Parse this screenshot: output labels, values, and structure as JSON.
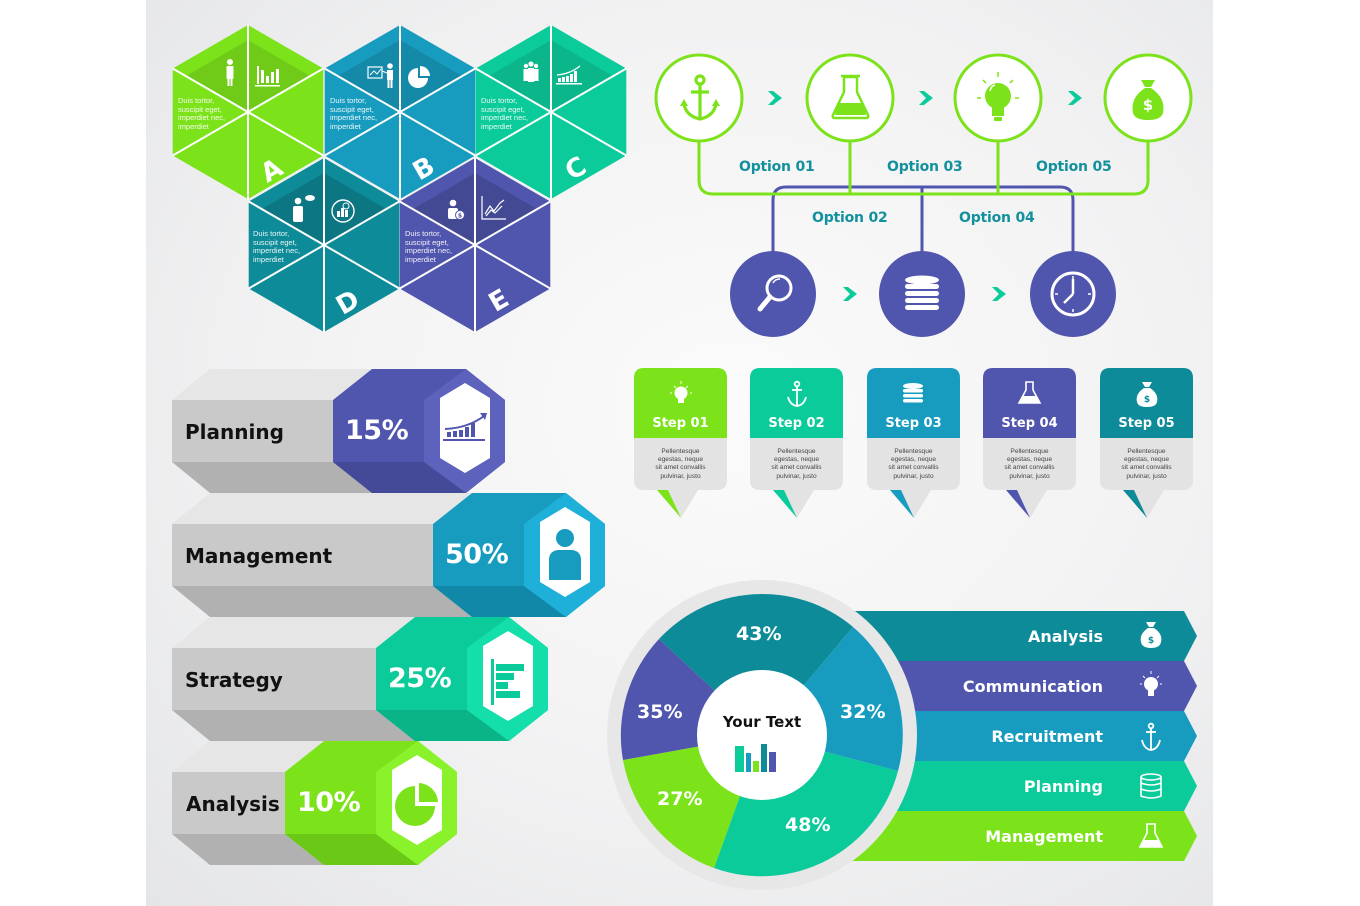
{
  "colors": {
    "green": "#7ce21a",
    "teal_green": "#0ccb9a",
    "blue": "#179cc0",
    "dark_teal": "#0e8b98",
    "purple": "#5055ad",
    "option_label": "#13909d",
    "bar_gray": "#c9c9c9"
  },
  "hexagons": [
    {
      "letter": "A",
      "text": [
        "Duis tortor,",
        "suscipit eget,",
        "imperdiet nec,",
        "imperdiet"
      ],
      "icons": [
        "businessman-icon",
        "bar-chart-icon"
      ]
    },
    {
      "letter": "B",
      "text": [
        "Duis tortor,",
        "suscipit eget,",
        "imperdiet nec,",
        "imperdiet"
      ],
      "icons": [
        "presentation-icon",
        "pie-chart-icon"
      ]
    },
    {
      "letter": "C",
      "text": [
        "Duis tortor,",
        "suscipit eget,",
        "imperdiet nec,",
        "imperdiet"
      ],
      "icons": [
        "team-icon",
        "growth-chart-icon"
      ]
    },
    {
      "letter": "D",
      "text": [
        "Duis tortor,",
        "suscipit eget,",
        "imperdiet nec,",
        "imperdiet"
      ],
      "icons": [
        "speaker-icon",
        "analytics-icon"
      ]
    },
    {
      "letter": "E",
      "text": [
        "Duis tortor,",
        "suscipit eget,",
        "imperdiet nec,",
        "imperdiet"
      ],
      "icons": [
        "investor-icon",
        "line-chart-icon"
      ]
    }
  ],
  "flow": {
    "top_icons": [
      "anchor-icon",
      "flask-icon",
      "lightbulb-icon",
      "money-bag-icon"
    ],
    "bottom_icons": [
      "search-icon",
      "database-icon",
      "clock-icon"
    ],
    "options": [
      "Option 01",
      "Option 02",
      "Option 03",
      "Option 04",
      "Option 05"
    ]
  },
  "steps": [
    {
      "title": "Step 01",
      "icon": "lightbulb-icon",
      "body": [
        "Pellentesque",
        "egestas, neque",
        "sit amet convallis",
        "pulvinar, justo"
      ]
    },
    {
      "title": "Step 02",
      "icon": "anchor-icon",
      "body": [
        "Pellentesque",
        "egestas, neque",
        "sit amet convallis",
        "pulvinar, justo"
      ]
    },
    {
      "title": "Step 03",
      "icon": "database-icon",
      "body": [
        "Pellentesque",
        "egestas, neque",
        "sit amet convallis",
        "pulvinar, justo"
      ]
    },
    {
      "title": "Step 04",
      "icon": "flask-icon",
      "body": [
        "Pellentesque",
        "egestas, neque",
        "sit amet convallis",
        "pulvinar, justo"
      ]
    },
    {
      "title": "Step 05",
      "icon": "money-bag-icon",
      "body": [
        "Pellentesque",
        "egestas, neque",
        "sit amet convallis",
        "pulvinar, justo"
      ]
    }
  ],
  "bars": [
    {
      "label": "Planning",
      "value": "15%",
      "icon": "growth-chart-icon"
    },
    {
      "label": "Management",
      "value": "50%",
      "icon": "person-icon"
    },
    {
      "label": "Strategy",
      "value": "25%",
      "icon": "horizontal-bar-chart-icon"
    },
    {
      "label": "Analysis",
      "value": "10%",
      "icon": "pie-chart-icon"
    }
  ],
  "donut": {
    "center_text": "Your Text",
    "segments": [
      {
        "value": "43%"
      },
      {
        "value": "32%"
      },
      {
        "value": "48%"
      },
      {
        "value": "27%"
      },
      {
        "value": "35%"
      }
    ]
  },
  "arrows": [
    {
      "label": "Analysis",
      "icon": "money-bag-icon"
    },
    {
      "label": "Communication",
      "icon": "lightbulb-icon"
    },
    {
      "label": "Recruitment",
      "icon": "anchor-icon"
    },
    {
      "label": "Planning",
      "icon": "database-icon"
    },
    {
      "label": "Management",
      "icon": "flask-icon"
    }
  ]
}
